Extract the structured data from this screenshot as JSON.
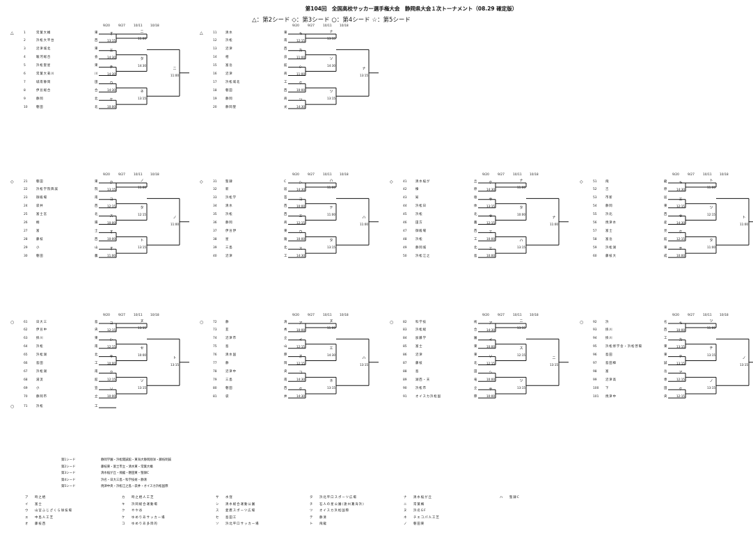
{
  "title": "第104回　全国高校サッカー選手権大会　静岡県大会１次トーナメント（08.29 確定版）",
  "legend": "△：第2シード ◇：第3シード ○：第4シード ☆：第5シード",
  "dates": [
    "9/20",
    "9/27",
    "10/11",
    "10/18"
  ],
  "blocks": [
    {
      "id": "b1",
      "mark": "△",
      "slots": [
        {
          "no": "1",
          "team": "常葉大橘",
          "reg": "東"
        },
        {
          "no": "2",
          "team": "浜松大平台",
          "reg": "西"
        },
        {
          "no": "3",
          "team": "沼津城北",
          "reg": "東"
        },
        {
          "no": "4",
          "team": "駿河総合",
          "reg": "会"
        },
        {
          "no": "5",
          "team": "浜松聖星",
          "reg": "東"
        },
        {
          "no": "6",
          "team": "常葉大菊川",
          "reg": "川"
        },
        {
          "no": "7",
          "team": "城南静岡",
          "reg": "田"
        },
        {
          "no": "8",
          "team": "伊豆総合",
          "reg": "合"
        },
        {
          "no": "9",
          "team": "静岡",
          "reg": "北"
        },
        {
          "no": "10",
          "team": "磐田",
          "reg": "北"
        }
      ],
      "r1": [
        {
          "l": "オ",
          "t": "13:15"
        },
        {
          "l": "エ",
          "t": "14:30"
        },
        {
          "l": "チ",
          "t": "14:30"
        },
        {
          "l": "ウ",
          "t": "14:30"
        },
        {
          "l": "ケ",
          "t": "10:00"
        }
      ],
      "r2": [
        {
          "l": "ニ",
          "t": "11:00"
        },
        {
          "l": "タ",
          "t": "14:30"
        },
        {
          "l": "ネ",
          "t": "13:15"
        }
      ],
      "r3": [
        {
          "l": "ニ",
          "t": "11:00"
        }
      ]
    },
    {
      "id": "b2",
      "mark": "△",
      "slots": [
        {
          "no": "11",
          "team": "清水",
          "reg": "東"
        },
        {
          "no": "12",
          "team": "浜松",
          "reg": "南"
        },
        {
          "no": "13",
          "team": "沼津",
          "reg": "西"
        },
        {
          "no": "14",
          "team": "相",
          "reg": "良"
        },
        {
          "no": "15",
          "team": "富岳",
          "reg": "館"
        },
        {
          "no": "16",
          "team": "沼津",
          "reg": "商"
        },
        {
          "no": "17",
          "team": "浜松城北",
          "reg": "工"
        },
        {
          "no": "18",
          "team": "磐田",
          "reg": "西"
        },
        {
          "no": "19",
          "team": "静岡",
          "reg": "商"
        },
        {
          "no": "20",
          "team": "静岡聖",
          "reg": "光"
        }
      ],
      "r1": [
        {
          "l": "キ",
          "t": "12:15"
        },
        {
          "l": "カ",
          "t": "11:00"
        },
        {
          "l": "シ",
          "t": "11:00"
        },
        {
          "l": "ケ",
          "t": "10:00"
        },
        {
          "l": "ツ",
          "t": "14:30"
        }
      ],
      "r2": [
        {
          "l": "ナ",
          "t": "13:15"
        },
        {
          "l": "ソ",
          "t": "14:30"
        },
        {
          "l": "ツ",
          "t": "13:15"
        }
      ],
      "r3": [
        {
          "l": "ナ",
          "t": "13:15"
        }
      ]
    },
    {
      "id": "b3",
      "mark": "◇",
      "slots": [
        {
          "no": "21",
          "team": "磐田",
          "reg": "東"
        },
        {
          "no": "22",
          "team": "浜松学院興誠",
          "reg": "院"
        },
        {
          "no": "23",
          "team": "御殿場",
          "reg": "南"
        },
        {
          "no": "24",
          "team": "袋井",
          "reg": "西"
        },
        {
          "no": "25",
          "team": "富士宮",
          "reg": "北"
        },
        {
          "no": "26",
          "team": "桐",
          "reg": "陽"
        },
        {
          "no": "27",
          "team": "富",
          "reg": "士"
        },
        {
          "no": "28",
          "team": "藤枝",
          "reg": "西"
        },
        {
          "no": "29",
          "team": "小",
          "reg": "山"
        },
        {
          "no": "30",
          "team": "磐田",
          "reg": "農"
        }
      ],
      "r1": [
        {
          "l": "ク",
          "t": "13:15"
        },
        {
          "l": "コ",
          "t": "12:15"
        },
        {
          "l": "ス",
          "t": "10:00"
        },
        {
          "l": "オ",
          "t": "10:00"
        },
        {
          "l": "オ",
          "t": "11:00"
        }
      ],
      "r2": [
        {
          "l": "ノ",
          "t": "11:00"
        },
        {
          "l": "タ",
          "t": "12:15"
        },
        {
          "l": "ト",
          "t": "13:15"
        }
      ],
      "r3": [
        {
          "l": "ノ",
          "t": "11:00"
        }
      ]
    },
    {
      "id": "b4",
      "mark": "◇",
      "slots": [
        {
          "no": "31",
          "team": "聖隷",
          "reg": "C"
        },
        {
          "no": "32",
          "team": "新",
          "reg": "居"
        },
        {
          "no": "33",
          "team": "浜松学",
          "reg": "芸"
        },
        {
          "no": "34",
          "team": "清水",
          "reg": "西"
        },
        {
          "no": "35",
          "team": "浜松",
          "reg": "西"
        },
        {
          "no": "36",
          "team": "静岡",
          "reg": "商"
        },
        {
          "no": "37",
          "team": "伊豆伊",
          "reg": "東"
        },
        {
          "no": "38",
          "team": "星",
          "reg": "陵"
        },
        {
          "no": "39",
          "team": "三島",
          "reg": "北"
        },
        {
          "no": "40",
          "team": "沼津",
          "reg": "工"
        }
      ],
      "r1": [
        {
          "l": "シ",
          "t": "14:30"
        },
        {
          "l": "コ",
          "t": "10:00"
        },
        {
          "l": "エ",
          "t": "12:15"
        },
        {
          "l": "ウ",
          "t": "10:00"
        },
        {
          "l": "ス",
          "t": "14:30"
        }
      ],
      "r2": [
        {
          "l": "ハ",
          "t": "11:00"
        },
        {
          "l": "テ",
          "t": "11:00"
        },
        {
          "l": "タ",
          "t": "13:15"
        }
      ],
      "r3": [
        {
          "l": "ハ",
          "t": "11:00"
        }
      ]
    },
    {
      "id": "b5",
      "mark": "◇",
      "slots": [
        {
          "no": "41",
          "team": "清水桜が",
          "reg": "丘"
        },
        {
          "no": "42",
          "team": "榛",
          "reg": "原"
        },
        {
          "no": "43",
          "team": "知",
          "reg": "徳"
        },
        {
          "no": "44",
          "team": "浜松日",
          "reg": "体"
        },
        {
          "no": "45",
          "team": "浜松",
          "reg": "北"
        },
        {
          "no": "46",
          "team": "田方",
          "reg": "農"
        },
        {
          "no": "47",
          "team": "御殿場",
          "reg": "西"
        },
        {
          "no": "48",
          "team": "浜松",
          "reg": "工"
        },
        {
          "no": "49",
          "team": "静岡城",
          "reg": "北"
        },
        {
          "no": "50",
          "team": "浜松江之",
          "reg": "島"
        }
      ],
      "r1": [
        {
          "l": "ケ",
          "t": "14:30"
        },
        {
          "l": "サ",
          "t": "13:15"
        },
        {
          "l": "セ",
          "t": "12:15"
        },
        {
          "l": "エ",
          "t": "10:00"
        },
        {
          "l": "エ",
          "t": "10:00"
        }
      ],
      "r2": [
        {
          "l": "ナ",
          "t": "11:00"
        },
        {
          "l": "タ",
          "t": "10:00"
        },
        {
          "l": "ハ",
          "t": "13:15"
        }
      ],
      "r3": [
        {
          "l": "ナ",
          "t": "11:00"
        }
      ]
    },
    {
      "id": "b6",
      "mark": "◇",
      "slots": [
        {
          "no": "51",
          "team": "飛",
          "reg": "龍"
        },
        {
          "no": "52",
          "team": "吉",
          "reg": "原"
        },
        {
          "no": "53",
          "team": "市新",
          "reg": "居"
        },
        {
          "no": "54",
          "team": "静岡",
          "reg": "東"
        },
        {
          "no": "55",
          "team": "浜北",
          "reg": "西"
        },
        {
          "no": "56",
          "team": "焼津水",
          "reg": "産"
        },
        {
          "no": "57",
          "team": "富士",
          "reg": "見"
        },
        {
          "no": "58",
          "team": "富岳",
          "reg": "館"
        },
        {
          "no": "59",
          "team": "浜松湖",
          "reg": "東"
        },
        {
          "no": "60",
          "team": "藤枝大",
          "reg": "成"
        }
      ],
      "r1": [
        {
          "l": "キ",
          "t": "14:30"
        },
        {
          "l": "エ",
          "t": "12:15"
        },
        {
          "l": "セ",
          "t": "14:30"
        },
        {
          "l": "ケ",
          "t": "12:15"
        },
        {
          "l": "チ",
          "t": "10:00"
        }
      ],
      "r2": [
        {
          "l": "ト",
          "t": "11:00"
        },
        {
          "l": "ツ",
          "t": "12:15"
        },
        {
          "l": "タ",
          "t": "11:00"
        }
      ],
      "r3": [
        {
          "l": "ト",
          "t": "11:00"
        }
      ]
    },
    {
      "id": "b7",
      "mark": "○",
      "slots": [
        {
          "no": "61",
          "team": "日大三",
          "reg": "島"
        },
        {
          "no": "62",
          "team": "伊豆中",
          "reg": "央"
        },
        {
          "no": "63",
          "team": "掛川",
          "reg": "東"
        },
        {
          "no": "64",
          "team": "浜松",
          "reg": "南"
        },
        {
          "no": "65",
          "team": "浜松湖",
          "reg": "北"
        },
        {
          "no": "66",
          "team": "島田",
          "reg": "工"
        },
        {
          "no": "67",
          "team": "浜松湖",
          "reg": "南"
        },
        {
          "no": "68",
          "team": "湯流",
          "reg": "館"
        },
        {
          "no": "69",
          "team": "小",
          "reg": "笠"
        },
        {
          "no": "70",
          "team": "静岡市",
          "reg": "立"
        }
      ],
      "r1": [
        {
          "l": "コ",
          "t": "12:15"
        },
        {
          "l": "シ",
          "t": "12:15"
        },
        {
          "l": "サ",
          "t": "10:00"
        },
        {
          "l": "ク",
          "t": "12:15"
        },
        {
          "l": "ソ",
          "t": "10:00"
        }
      ],
      "r2": [
        {
          "l": "ヌ",
          "t": "13:15"
        },
        {
          "l": "セ",
          "t": "10:00"
        },
        {
          "l": "ソ",
          "t": "13:15"
        }
      ],
      "r3": [
        {
          "l": "ト",
          "t": "13:15"
        }
      ],
      "extra": {
        "no": "71",
        "team": "浜松",
        "reg": "工",
        "mark": "○"
      }
    },
    {
      "id": "b8",
      "mark": "○",
      "slots": [
        {
          "no": "72",
          "team": "静",
          "reg": "清"
        },
        {
          "no": "73",
          "team": "韮",
          "reg": "秀"
        },
        {
          "no": "74",
          "team": "沼津市",
          "reg": "立"
        },
        {
          "no": "75",
          "team": "島",
          "reg": "山"
        },
        {
          "no": "76",
          "team": "清水国",
          "reg": "際"
        },
        {
          "no": "77",
          "team": "静",
          "reg": "岡"
        },
        {
          "no": "78",
          "team": "沼津中",
          "reg": "央"
        },
        {
          "no": "79",
          "team": "三島",
          "reg": "南"
        },
        {
          "no": "80",
          "team": "磐田",
          "reg": "西"
        },
        {
          "no": "81",
          "team": "袋",
          "reg": "井"
        }
      ],
      "r1": [
        {
          "l": "ア",
          "t": "10:00"
        },
        {
          "l": "イ",
          "t": "12:15"
        },
        {
          "l": "オ",
          "t": "12:15"
        },
        {
          "l": "コ",
          "t": "14:30"
        },
        {
          "l": "ケ",
          "t": "14:30"
        }
      ],
      "r2": [
        {
          "l": "ヌ",
          "t": "11:00"
        },
        {
          "l": "エ",
          "t": "14:30"
        },
        {
          "l": "ネ",
          "t": "13:15"
        }
      ],
      "r3": [
        {
          "l": "ハ",
          "t": "13:15"
        }
      ]
    },
    {
      "id": "b9",
      "mark": "○",
      "slots": [
        {
          "no": "82",
          "team": "科学技",
          "reg": "術"
        },
        {
          "no": "83",
          "team": "浜松総",
          "reg": "合"
        },
        {
          "no": "84",
          "team": "加藤学",
          "reg": "園"
        },
        {
          "no": "85",
          "team": "富士",
          "reg": "東"
        },
        {
          "no": "86",
          "team": "沼津",
          "reg": "東"
        },
        {
          "no": "87",
          "team": "藤枝",
          "reg": "北"
        },
        {
          "no": "88",
          "team": "島",
          "reg": "田"
        },
        {
          "no": "89",
          "team": "湖西・天",
          "reg": "竜"
        },
        {
          "no": "90",
          "team": "浜松市",
          "reg": "立"
        },
        {
          "no": "91",
          "team": "オイスカ浜松国",
          "reg": "際"
        }
      ],
      "r1": [
        {
          "l": "ア",
          "t": "14:30"
        },
        {
          "l": "イ",
          "t": "10:00"
        },
        {
          "l": "ソ",
          "t": "12:15"
        },
        {
          "l": "シ",
          "t": "10:00"
        },
        {
          "l": "サ",
          "t": "10:00"
        }
      ],
      "r2": [
        {
          "l": "ニ",
          "t": "13:15"
        },
        {
          "l": "ス",
          "t": "12:15"
        },
        {
          "l": "ツ",
          "t": "13:15"
        }
      ],
      "r3": [
        {
          "l": "ニ",
          "t": "13:15"
        }
      ]
    },
    {
      "id": "b10",
      "mark": "○",
      "slots": [
        {
          "no": "92",
          "team": "浜",
          "reg": "名"
        },
        {
          "no": "93",
          "team": "掛川",
          "reg": "西"
        },
        {
          "no": "94",
          "team": "掛川",
          "reg": "工"
        },
        {
          "no": "95",
          "team": "浜松修学舎・浜松啓陽",
          "reg": "東"
        },
        {
          "no": "96",
          "team": "島田",
          "reg": "東"
        },
        {
          "no": "97",
          "team": "島田樟",
          "reg": "誠"
        },
        {
          "no": "98",
          "team": "富",
          "reg": "岳"
        },
        {
          "no": "99",
          "team": "沼津高",
          "reg": "専"
        },
        {
          "no": "100",
          "team": "下",
          "reg": "田"
        },
        {
          "no": "101",
          "team": "焼津中",
          "reg": "央"
        }
      ],
      "r1": [
        {
          "l": "キ",
          "t": "10:00"
        },
        {
          "l": "カ",
          "t": "13:15"
        },
        {
          "l": "テ",
          "t": "13:15"
        },
        {
          "l": "ア",
          "t": "12:15"
        },
        {
          "l": "ケ",
          "t": "12:15"
        }
      ],
      "r2": [
        {
          "l": "ツ",
          "t": "11:00"
        },
        {
          "l": "チ",
          "t": "13:15"
        },
        {
          "l": "ノ",
          "t": "13:15"
        }
      ],
      "r3": [
        {
          "l": "ノ",
          "t": "13:15"
        }
      ]
    }
  ],
  "seed_list": [
    {
      "label": "第1シード",
      "teams": "静岡学園・浜松開誠館・東海大静岡翔洋・藤枝明誠"
    },
    {
      "label": "第2シード",
      "teams": "藤枝東・富士市立・清水東・常葉大橘"
    },
    {
      "label": "第3シード",
      "teams": "清水桜が丘・飛龍・磐田東・聖隷C"
    },
    {
      "label": "第4シード",
      "teams": "浜名・日大三島・科学技術・静清"
    },
    {
      "label": "第5シード",
      "teams": "焼津中央・浜松江之島・袋井・オイスカ浜松国際"
    }
  ],
  "venues": [
    {
      "k": "ア",
      "v": "時之栖"
    },
    {
      "k": "イ",
      "v": "富士"
    },
    {
      "k": "ウ",
      "v": "山宮ふじざくら球技場"
    },
    {
      "k": "エ",
      "v": "中島人工芝"
    },
    {
      "k": "オ",
      "v": "藤枝西"
    },
    {
      "k": "カ",
      "v": "時之栖人工芝"
    },
    {
      "k": "キ",
      "v": "浜岡総合運動場"
    },
    {
      "k": "ク",
      "v": "やや谷"
    },
    {
      "k": "ケ",
      "v": "ゆめりあサッカー場"
    },
    {
      "k": "コ",
      "v": "ゆめりあ多目的"
    },
    {
      "k": "サ",
      "v": "水窪"
    },
    {
      "k": "シ",
      "v": "清水総合運動公園"
    },
    {
      "k": "ス",
      "v": "愛鷹スポーツ広場"
    },
    {
      "k": "セ",
      "v": "島田工"
    },
    {
      "k": "ソ",
      "v": "浜北平口サッカー場"
    },
    {
      "k": "タ",
      "v": "浜北平口スポーツ広場"
    },
    {
      "k": "チ",
      "v": "石人の星公園(遠州灘海浜)"
    },
    {
      "k": "ツ",
      "v": "オイスカ浜松国際"
    },
    {
      "k": "テ",
      "v": "静清"
    },
    {
      "k": "ト",
      "v": "飛龍"
    },
    {
      "k": "ナ",
      "v": "清水桜が丘"
    },
    {
      "k": "ニ",
      "v": "常葉橘"
    },
    {
      "k": "ヌ",
      "v": "浜名GF"
    },
    {
      "k": "ネ",
      "v": "チエコパ人工芝"
    },
    {
      "k": "ノ",
      "v": "磐田東"
    },
    {
      "k": "ハ",
      "v": "聖隷C"
    }
  ]
}
